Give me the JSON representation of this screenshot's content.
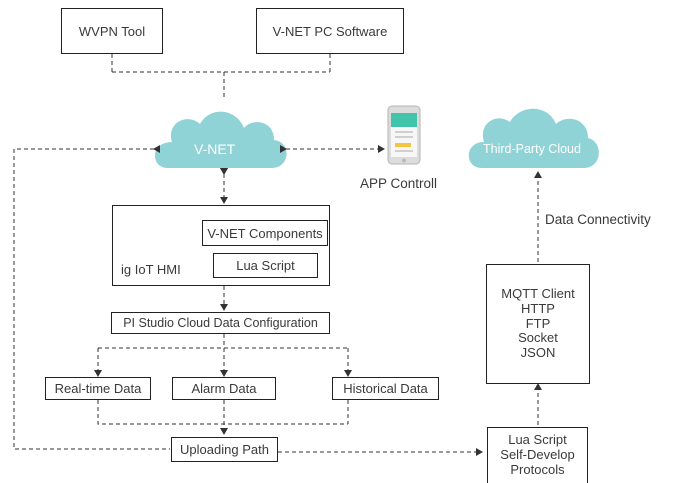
{
  "boxes": {
    "wvpn": "WVPN Tool",
    "vnet_pc": "V-NET PC Software",
    "vnet_components": "V-NET Components",
    "lua_script": "Lua Script",
    "hmi_label": "ig IoT HMI",
    "pi_studio": "PI Studio Cloud Data Configuration",
    "realtime": "Real-time Data",
    "alarm": "Alarm Data",
    "historical": "Historical Data",
    "uploading": "Uploading Path"
  },
  "clouds": {
    "vnet": "V-NET",
    "third_party": "Third-Party Cloud"
  },
  "app_label": "APP Controll",
  "data_connectivity": "Data Connectivity",
  "protocols_box": [
    "MQTT Client",
    "HTTP",
    "FTP",
    "Socket",
    "JSON"
  ],
  "lua_protocols_box": [
    "Lua Script",
    "Self-Develop",
    "Protocols"
  ],
  "colors": {
    "cloud": "#8fd3d6",
    "line": "#333333",
    "phone_screen": "#40c4aa",
    "phone_accent": "#f5c542"
  }
}
